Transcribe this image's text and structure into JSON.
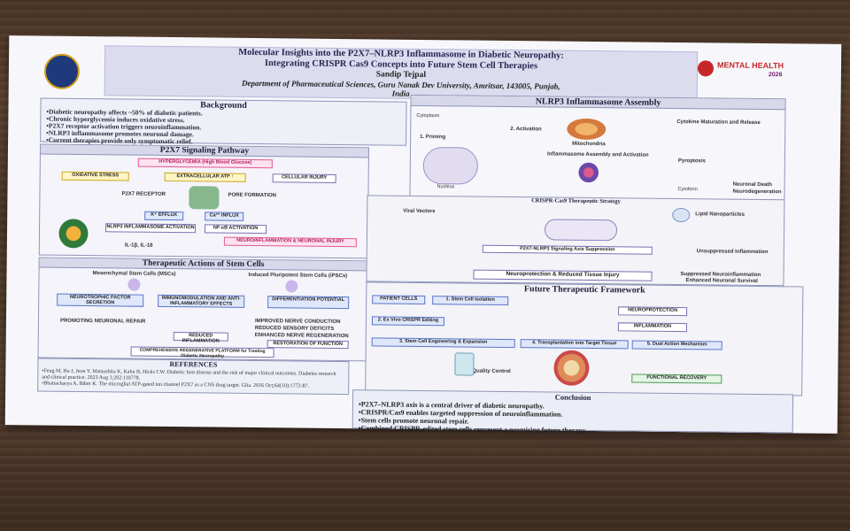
{
  "header": {
    "title_line1": "Molecular Insights into the P2X7–NLRP3 Inflammasome in Diabetic Neuropathy:",
    "title_line2": "Integrating CRISPR Cas9 Concepts into Future Stem Cell Therapies",
    "author": "Sandip Tejpal",
    "affiliation1": "Department of Pharmaceutical Sciences, Guru Nanak Dev University, Amritsar, 143005, Punjab,",
    "affiliation2": "India",
    "logo_right_line1": "MENTAL HEALTH",
    "logo_right_line2": "2026"
  },
  "background": {
    "heading": "Background",
    "bullets": [
      "•Diabetic neuropathy affects ~50% of diabetic patients.",
      "•Chronic hyperglycemia induces oxidative stress.",
      "•P2X7 receptor activation triggers neuroinflammation.",
      "•NLRP3 inflammasome promotes neuronal damage.",
      "•Current therapies provide only symptomatic relief."
    ]
  },
  "p2x7": {
    "heading": "P2X7 Signaling Pathway",
    "hyperglycemia": "HYPERGLYCEMIA (High Blood Glucose)",
    "oxidative": "OXIDATIVE STRESS",
    "extracellular": "EXTRACELLULAR ATP ↑",
    "cellular_injury": "CELLULAR INJURY",
    "receptor": "P2X7 RECEPTOR",
    "pore": "PORE FORMATION",
    "k_efflux": "K⁺ EFFLUX",
    "ca_influx": "Ca²⁺ INFLUX",
    "nlrp3_act": "NLRP3 INFLAMMASOME ACTIVATION",
    "nfkb": "NF-κB ACTIVATION",
    "neuroinflam": "NEUROINFLAMMATION & NEURONAL INJURY",
    "cytokines": "IL-1β, IL-18"
  },
  "nlrp3": {
    "heading": "NLRP3 Inflammasome Assembly",
    "priming": "1. Priming",
    "activation": "2. Activation",
    "mito": "Mitochondria",
    "assembly": "Inflammasome Assembly and Activation",
    "cytokine_mat": "Cytokine Maturation and Release",
    "pyroptosis": "Pyroptosis",
    "neurodegen": "Neurodegeneration",
    "nucleus": "Nucleus",
    "cytoplasm": "Cytoplasm",
    "cytoform": "Cytoform",
    "cell_death": "Neuronal Death"
  },
  "crispr": {
    "heading": "CRISPR-Cas9 Therapeutic Strategy",
    "viral": "Viral Vectors",
    "lipid": "Lipid Nanoparticles",
    "axis": "P2X7-NLRP3 Signaling Axis Suppression",
    "protect": "Neuroprotection & Reduced Tissue Injury",
    "suppressed": "Suppressed Neuroinflammation",
    "enhanced": "Enhanced Neuronal Survival",
    "unsuppressed": "Unsuppressed Inflammation"
  },
  "stem": {
    "heading": "Therapeutic Actions of Stem Cells",
    "msc": "Mesenchymal Stem Cells (MSCs)",
    "ipsc": "Induced Pluripotent Stem Cells (iPSCs)",
    "neurotrophic": "NEUROTROPHIC FACTOR SECRETION",
    "immuno": "IMMUNOMODULATION AND ANTI-INFLAMMATORY EFFECTS",
    "differentiation": "DIFFERENTIATION POTENTIAL",
    "promoting": "PROMOTING NEURONAL REPAIR",
    "reduced": "REDUCED INFLAMMATION",
    "restoration": "RESTORATION OF FUNCTION",
    "improved": "IMPROVED NERVE CONDUCTION",
    "reduced_deficits": "REDUCED SENSORY DEFICITS",
    "enhanced_regen": "ENHANCED NERVE REGENERATION",
    "platform": "COMPREHENSIVE REGENERATIVE PLATFORM for Treating Diabetic Neuropathy"
  },
  "references": {
    "heading": "REFERENCES",
    "items": [
      "•Feng M, Hu J, Jeon Y, Matsushita K, Kahn B, Hicks CW. Diabetic foot disease and the risk of major clinical outcomes. Diabetes research and clinical practice. 2023 Aug 1;202:110778.",
      "•Bhattacharya A, Biber K. The microglial ATP-gated ion channel P2X7 as a CNS drug target. Glia. 2016 Oct;64(10):1772-87."
    ]
  },
  "future": {
    "heading": "Future Therapeutic Framework",
    "patient": "PATIENT CELLS",
    "step1": "1. Stem Cell Isolation",
    "step2": "2. Ex Vivo CRISPR Editing",
    "step3": "3. Stem Cell Engineering & Expansion",
    "step4": "4. Transplantation into Target Tissue",
    "step5": "5. Dual Action Mechanism",
    "neuroprotection": "NEUROPROTECTION",
    "inflammation": "INFLAMMATION",
    "functional": "FUNCTIONAL RECOVERY",
    "quality": "Quality Control"
  },
  "conclusion": {
    "heading": "Conclusion",
    "bullets": [
      "•P2X7–NLRP3 axis is a central driver of diabetic neuropathy.",
      "•CRISPR/Cas9 enables targeted suppression of neuroinflammation.",
      "•Stem cells promote neuronal repair.",
      "•Combined CRISPR-edited stem cells represent a promising future therapy."
    ]
  },
  "colors": {
    "title_bg": "#dcdcef",
    "panel_bg": "#eef0f8",
    "accent_pink": "#e25a93",
    "accent_blue": "#5b76c9",
    "text_dark": "#1d1d3a"
  }
}
